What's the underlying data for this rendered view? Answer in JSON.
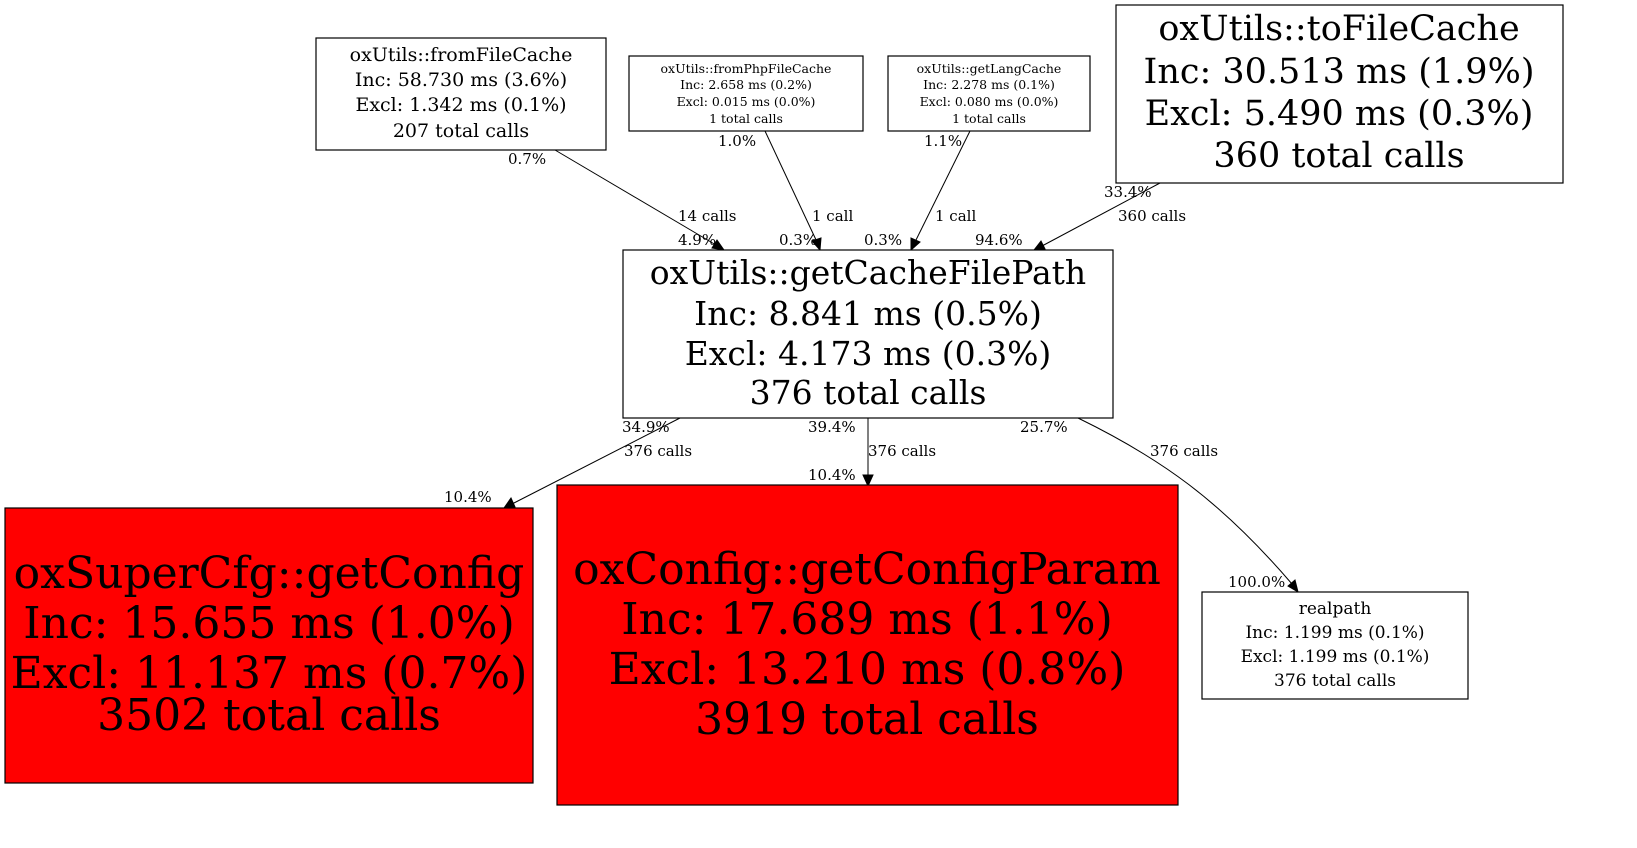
{
  "nodes": {
    "fromFileCache": {
      "name": "oxUtils::fromFileCache",
      "inc": "Inc: 58.730 ms (3.6%)",
      "excl": "Excl: 1.342 ms (0.1%)",
      "calls": "207 total calls",
      "fill": "#ffffff"
    },
    "fromPhpFileCache": {
      "name": "oxUtils::fromPhpFileCache",
      "inc": "Inc: 2.658 ms (0.2%)",
      "excl": "Excl: 0.015 ms (0.0%)",
      "calls": "1 total calls",
      "fill": "#ffffff"
    },
    "getLangCache": {
      "name": "oxUtils::getLangCache",
      "inc": "Inc: 2.278 ms (0.1%)",
      "excl": "Excl: 0.080 ms (0.0%)",
      "calls": "1 total calls",
      "fill": "#ffffff"
    },
    "toFileCache": {
      "name": "oxUtils::toFileCache",
      "inc": "Inc: 30.513 ms (1.9%)",
      "excl": "Excl: 5.490 ms (0.3%)",
      "calls": "360 total calls",
      "fill": "#ffffff"
    },
    "getCacheFilePath": {
      "name": "oxUtils::getCacheFilePath",
      "inc": "Inc: 8.841 ms (0.5%)",
      "excl": "Excl: 4.173 ms (0.3%)",
      "calls": "376 total calls",
      "fill": "#ffffff"
    },
    "getConfig": {
      "name": "oxSuperCfg::getConfig",
      "inc": "Inc: 15.655 ms (1.0%)",
      "excl": "Excl: 11.137 ms (0.7%)",
      "calls": "3502 total calls",
      "fill": "#ff0000"
    },
    "getConfigParam": {
      "name": "oxConfig::getConfigParam",
      "inc": "Inc: 17.689 ms (1.1%)",
      "excl": "Excl: 13.210 ms (0.8%)",
      "calls": "3919 total calls",
      "fill": "#ff0000"
    },
    "realpath": {
      "name": "realpath",
      "inc": "Inc: 1.199 ms (0.1%)",
      "excl": "Excl: 1.199 ms (0.1%)",
      "calls": "376 total calls",
      "fill": "#ffffff"
    }
  },
  "edges": [
    {
      "from": "oxUtils::fromFileCache",
      "to": "oxUtils::getCacheFilePath",
      "calls": "14 calls",
      "tail": "0.7%",
      "head": "4.9%"
    },
    {
      "from": "oxUtils::fromPhpFileCache",
      "to": "oxUtils::getCacheFilePath",
      "calls": "1 call",
      "tail": "1.0%",
      "head": "0.3%"
    },
    {
      "from": "oxUtils::getLangCache",
      "to": "oxUtils::getCacheFilePath",
      "calls": "1 call",
      "tail": "1.1%",
      "head": "0.3%"
    },
    {
      "from": "oxUtils::toFileCache",
      "to": "oxUtils::getCacheFilePath",
      "calls": "360 calls",
      "tail": "33.4%",
      "head": "94.6%"
    },
    {
      "from": "oxUtils::getCacheFilePath",
      "to": "oxSuperCfg::getConfig",
      "calls": "376 calls",
      "tail": "34.9%",
      "head": "10.4%"
    },
    {
      "from": "oxUtils::getCacheFilePath",
      "to": "oxConfig::getConfigParam",
      "calls": "376 calls",
      "tail": "39.4%",
      "head": "10.4%"
    },
    {
      "from": "oxUtils::getCacheFilePath",
      "to": "realpath",
      "calls": "376 calls",
      "tail": "25.7%",
      "head": "100.0%"
    }
  ]
}
